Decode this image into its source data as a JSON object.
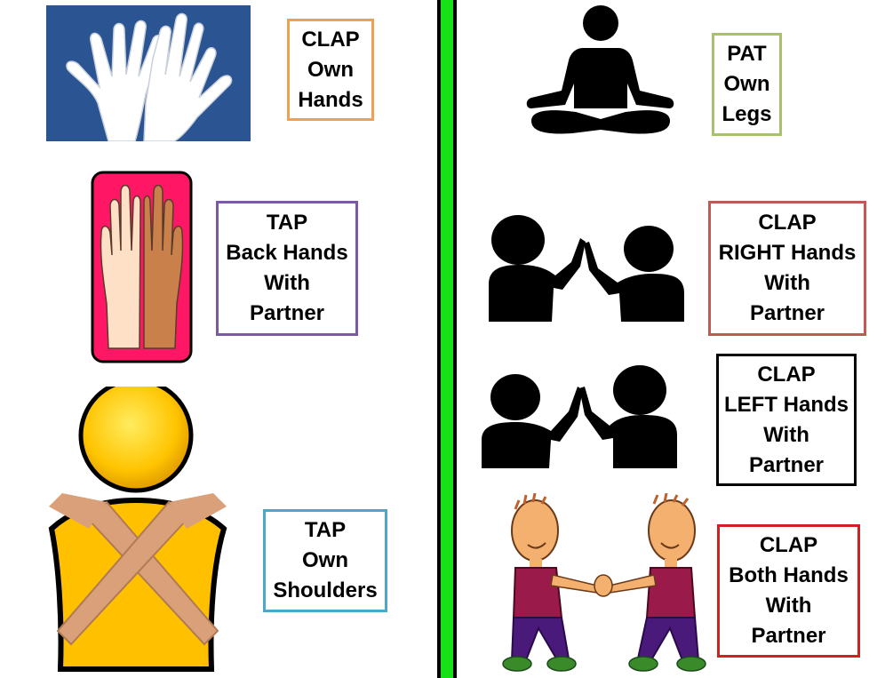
{
  "colors": {
    "divider": "#17e017",
    "clap_own_hands": "#f0a050",
    "tap_back_hands": "#7a5aa0",
    "tap_own_shoulders": "#4aa8c8",
    "pat_own_legs": "#a8c070",
    "clap_right_hands": "#c05a55",
    "clap_left_hands": "#000000",
    "clap_both_hands": "#d02020",
    "hands_photo_bg": "#2a5592",
    "high_five_bg": "#ff1766"
  },
  "cards": {
    "clap_own_hands": {
      "lines": [
        "CLAP",
        "Own",
        "Hands"
      ],
      "icon": "hands-tracing-icon"
    },
    "tap_back_hands": {
      "lines": [
        "TAP",
        "Back Hands",
        "With",
        "Partner"
      ],
      "icon": "high-five-icon"
    },
    "tap_own_shoulders": {
      "lines": [
        "TAP",
        "Own",
        "Shoulders"
      ],
      "icon": "crossed-arms-icon"
    },
    "pat_own_legs": {
      "lines": [
        "PAT",
        "Own",
        "Legs"
      ],
      "icon": "seated-person-icon"
    },
    "clap_right_hands": {
      "lines": [
        "CLAP",
        "RIGHT Hands",
        "With",
        "Partner"
      ],
      "icon": "kids-clapping-silhouette-icon"
    },
    "clap_left_hands": {
      "lines": [
        "CLAP",
        "LEFT Hands",
        "With",
        "Partner"
      ],
      "icon": "kids-clapping-silhouette-icon"
    },
    "clap_both_hands": {
      "lines": [
        "CLAP",
        "Both Hands",
        "With",
        "Partner"
      ],
      "icon": "cartoon-kids-clapping-icon"
    }
  }
}
